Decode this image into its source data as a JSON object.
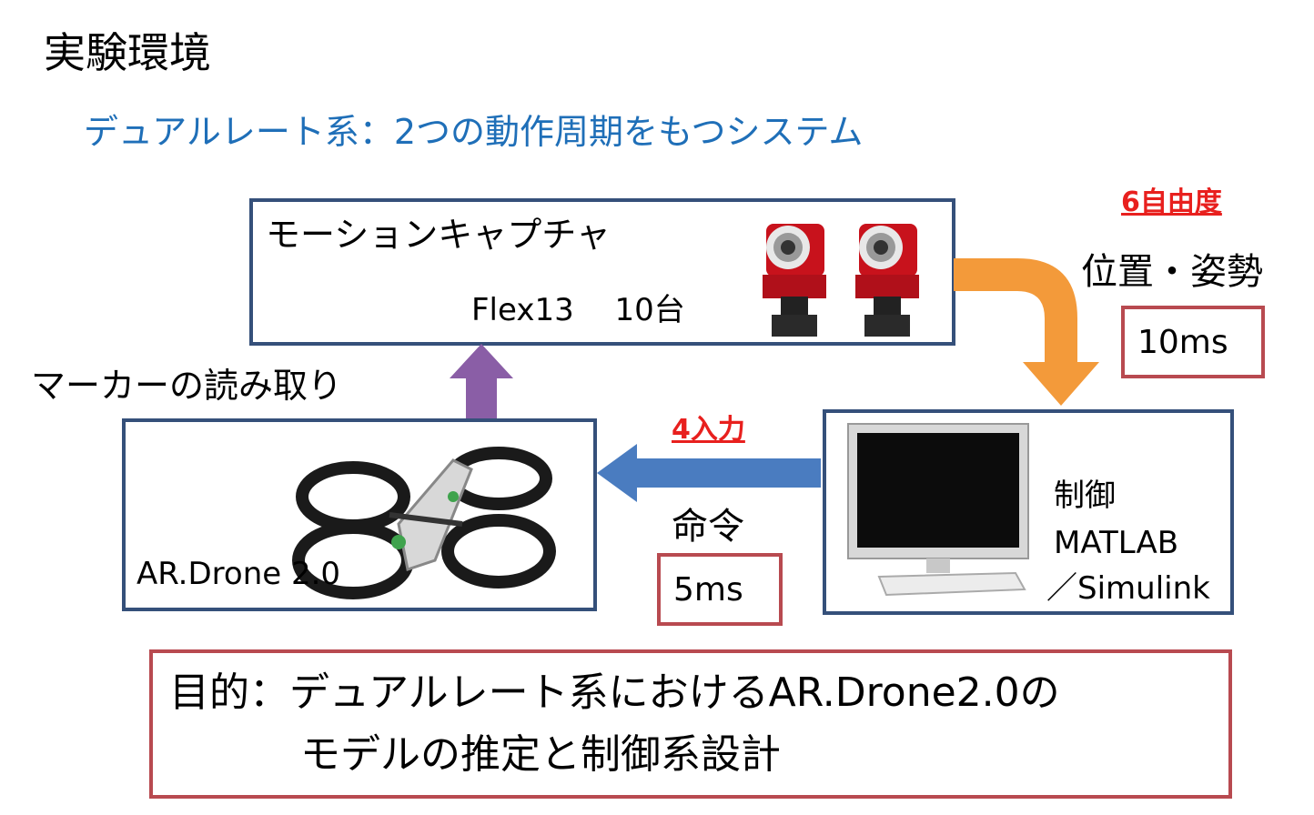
{
  "title": "実験環境",
  "subtitle": "デュアルレート系：2つの動作周期をもつシステム",
  "mocap": {
    "label": "モーションキャプチャ",
    "model": "Flex13　 10台"
  },
  "drone": {
    "label": "AR.Drone 2.0"
  },
  "control": {
    "line1": "制御",
    "line2": "MATLAB",
    "line3": "／Simulink"
  },
  "marker_label": "マーカーの読み取り",
  "dof_label": "6自由度",
  "pose_label": "位置・姿勢",
  "pose_period": "10ms",
  "input_label": "4入力",
  "command_label": "命令",
  "command_period": "5ms",
  "goal": {
    "line1": "目的：デュアルレート系におけるAR.Drone2.0の",
    "line2": "モデルの推定と制御系設計"
  },
  "colors": {
    "box_border": "#35507a",
    "red_border": "#b84a50",
    "accent_blue": "#1f6fb8",
    "arrow_orange": "#f39a3a",
    "arrow_purple": "#8a5ea6",
    "arrow_blue": "#4a7cc0",
    "red_text": "#e8201e"
  }
}
